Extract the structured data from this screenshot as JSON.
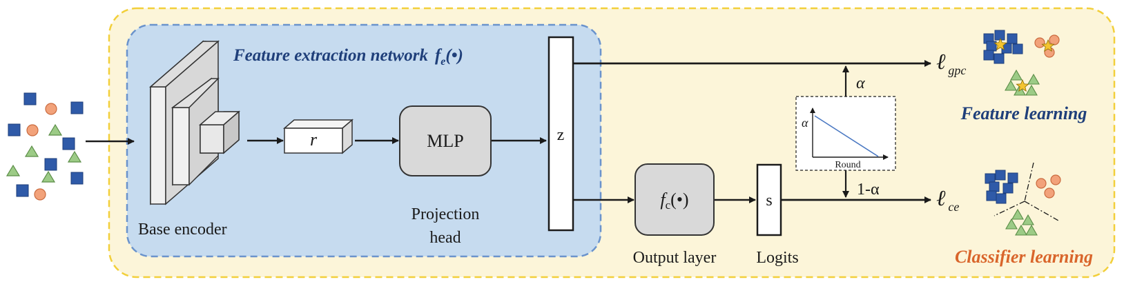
{
  "colors": {
    "outer_fill": "#fcf5d9",
    "outer_border": "#f2cf3a",
    "inner_fill": "#c6dbef",
    "inner_border": "#6a93cc",
    "square": "#2f5aa8",
    "circle": "#f2a27a",
    "triangle": "#9ccb86",
    "star": "#f4c430",
    "navy_text": "#1f3f7a",
    "orange_text": "#d9652b",
    "block_fill": "#d9d9d9",
    "arrow": "#1a1a1a",
    "graph_line": "#4a78c2"
  },
  "labels": {
    "network_title_text": "Feature extraction network",
    "network_title_f": "f",
    "network_title_sub": "e",
    "network_title_arg": "(•)",
    "base_encoder": "Base encoder",
    "r": "r",
    "mlp": "MLP",
    "projection_head_line1": "Projection",
    "projection_head_line2": "head",
    "z": "z",
    "fc_f": "f",
    "fc_sub": "c",
    "fc_arg": "(•)",
    "output_layer": "Output layer",
    "s": "s",
    "logits": "Logits",
    "alpha": "α",
    "one_minus_alpha": "1-α",
    "graph_y": "α",
    "graph_x": "Round",
    "loss_gpc_l": "ℓ",
    "loss_gpc_sub": "gpc",
    "loss_ce_l": "ℓ",
    "loss_ce_sub": "ce",
    "feature_learning": "Feature learning",
    "classifier_learning": "Classifier learning"
  }
}
